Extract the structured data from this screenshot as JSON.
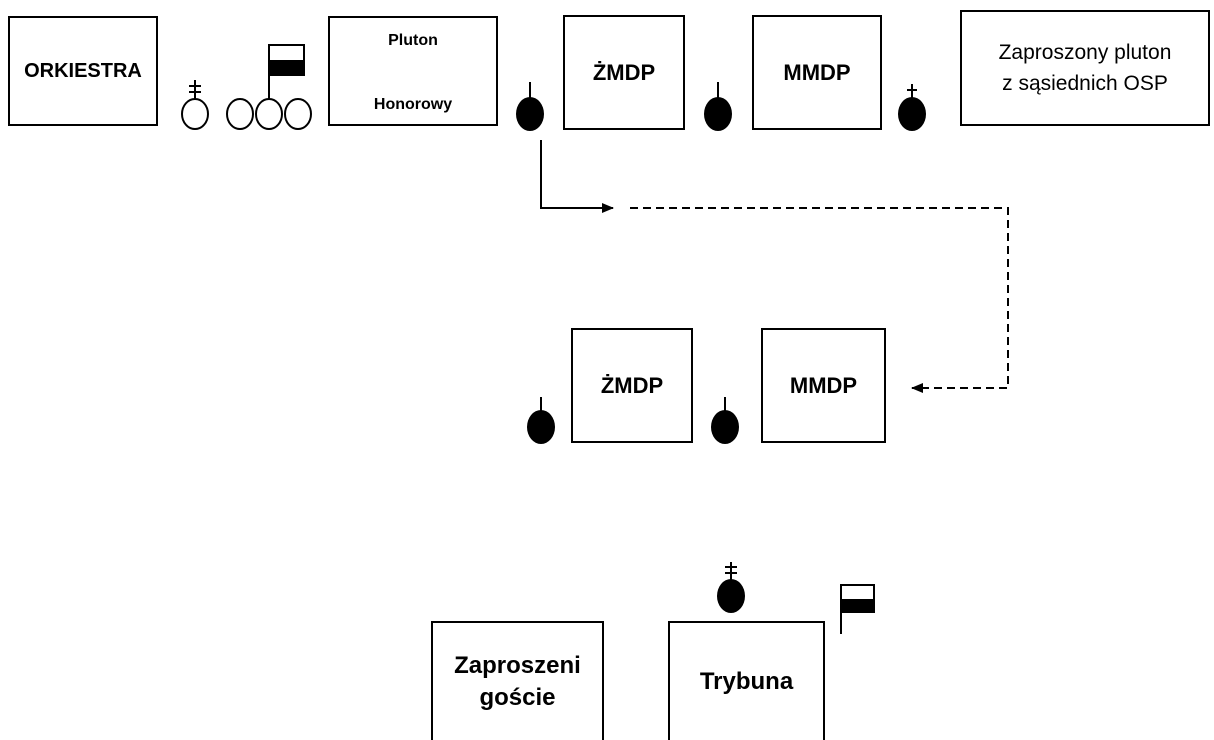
{
  "row_top": {
    "orkiestra": "ORKIESTRA",
    "pluton_honorowy": {
      "line1": "Pluton",
      "line2": "Honorowy"
    },
    "zmdp": "ŻMDP",
    "mmdp": "MMDP",
    "zaproszony_pluton": "Zaproszony pluton\nz sąsiednich OSP"
  },
  "row_middle": {
    "zmdp": "ŻMDP",
    "mmdp": "MMDP"
  },
  "row_bottom": {
    "zaproszeni_goscie": "Zaproszeni\ngoście",
    "trybuna": "Trybuna"
  },
  "icons": {
    "leader_cross_outline": "person-with-cross-outline",
    "flag_bearer_group": "three-persons-with-flag",
    "commander": "filled-person-with-staff",
    "chaplain": "filled-person-with-cross",
    "flag": "flag-icon"
  },
  "colors": {
    "stroke": "#000000",
    "fill": "#000000",
    "background": "#ffffff"
  }
}
